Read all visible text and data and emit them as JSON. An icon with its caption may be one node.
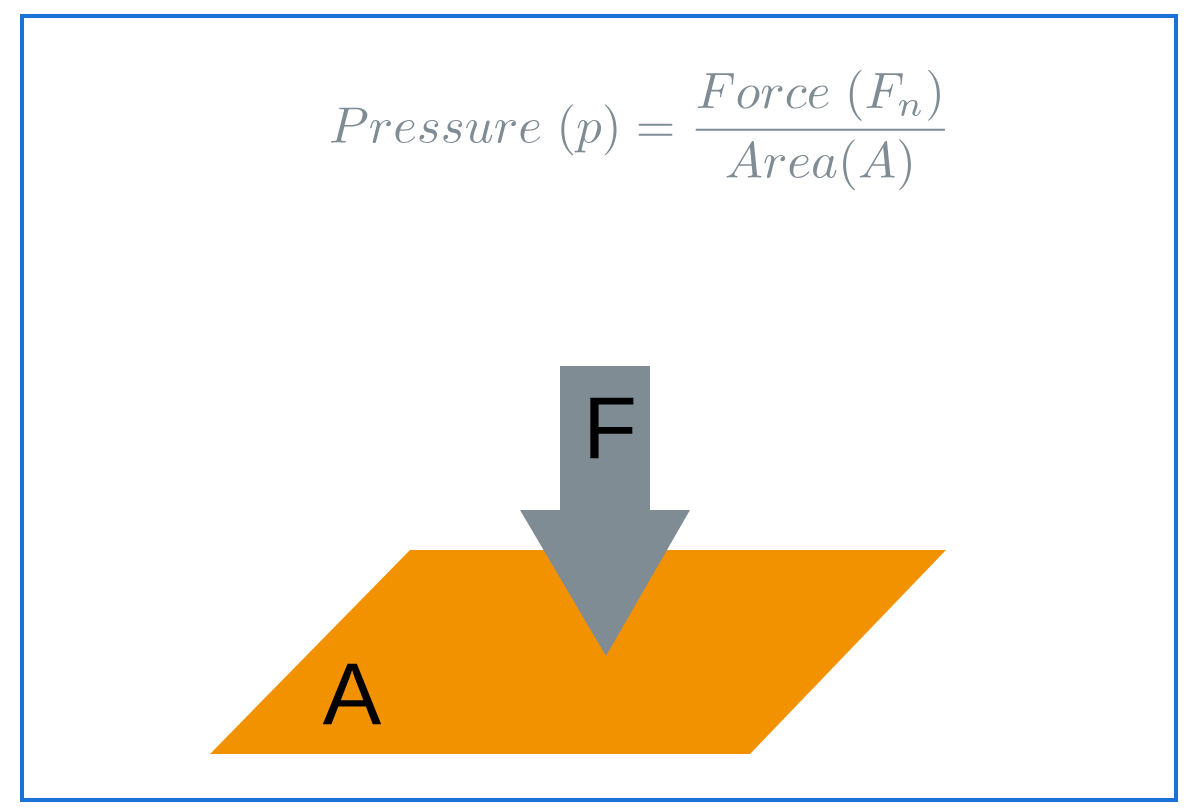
{
  "diagram": {
    "nodes": [
      {
        "text": [
          "F"
        ]
      },
      {
        "text": [
          "A"
        ]
      }
    ],
    "labels": [
      "Pressure\\ (p)=\\frac{Force\\ (F_n)}{Area(A)}"
    ]
  }
}
